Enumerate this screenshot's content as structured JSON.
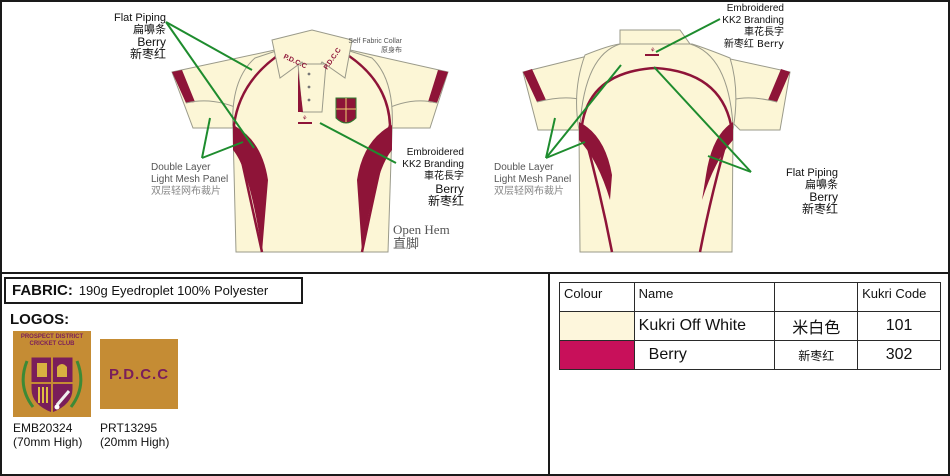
{
  "front_annotations": {
    "flat_piping": {
      "en": "Flat Piping",
      "cn": "扁嚊条",
      "colour_en": "Berry",
      "colour_cn": "新枣红"
    },
    "self_fabric_collar": {
      "en": "Self Fabric Collar",
      "cn": "原身布"
    },
    "mesh_panel": {
      "line1": "Double Layer",
      "line2": "Light Mesh Panel",
      "cn": "双层轻网布裁片"
    },
    "branding": {
      "line1": "Embroidered",
      "line2": "KK2 Branding",
      "cn": "車花長字",
      "colour_en": "Berry",
      "colour_cn": "新枣红"
    },
    "hem": {
      "en": "Open Hem",
      "cn": "直脚"
    },
    "collar_text": "P.D.C.C"
  },
  "back_annotations": {
    "branding": {
      "line1": "Embroidered",
      "line2": "KK2 Branding",
      "cn": "車花長字",
      "colour": "新枣红 Berry"
    },
    "mesh_panel": {
      "line1": "Double Layer",
      "line2": "Light Mesh Panel",
      "cn": "双层轻网布裁片"
    },
    "flat_piping": {
      "en": "Flat Piping",
      "cn": "扁嚊条",
      "colour_en": "Berry",
      "colour_cn": "新枣红"
    }
  },
  "fabric": {
    "label": "FABRIC:",
    "value": "190g Eyedroplet 100% Polyester"
  },
  "logos": {
    "title": "LOGOS:",
    "items": [
      {
        "code": "EMB20324",
        "size": "(70mm High)",
        "artwork_text": "PROSPECT DISTRICT CRICKET CLUB"
      },
      {
        "code": "PRT13295",
        "size": "(20mm High)",
        "artwork_text": "P.D.C.C"
      }
    ]
  },
  "colour_table": {
    "headers": [
      "Colour",
      "Name",
      "",
      "Kukri Code"
    ],
    "rows": [
      {
        "swatch": "#fdf6dc",
        "name": "Kukri Off White",
        "cn": "米白色",
        "code": "101"
      },
      {
        "swatch": "#c8105a",
        "name": "Berry",
        "cn": "新枣红",
        "code": "302"
      }
    ]
  },
  "colors": {
    "shirt": "#fcf6d6",
    "berry_trim": "#8e1438",
    "leader": "#1e8c2e",
    "logo_gold": "#c58c34"
  }
}
